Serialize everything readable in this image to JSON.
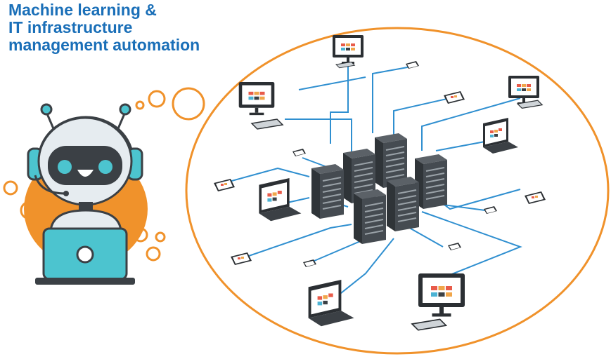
{
  "title": {
    "line1": "Machine learning &",
    "line2": "IT infrastructure",
    "line3": "management automation"
  },
  "colors": {
    "title": "#1a6fb8",
    "accent_orange": "#f0922b",
    "network_line": "#2f8fd0",
    "robot_teal": "#4cc4cf",
    "server_dark": "#3b4045"
  },
  "icons": [
    "robot-icon",
    "thought-bubble-icon",
    "server-cluster-icon",
    "desktop-monitor-icon",
    "laptop-icon",
    "tablet-icon",
    "smartphone-icon",
    "keyboard-icon"
  ]
}
